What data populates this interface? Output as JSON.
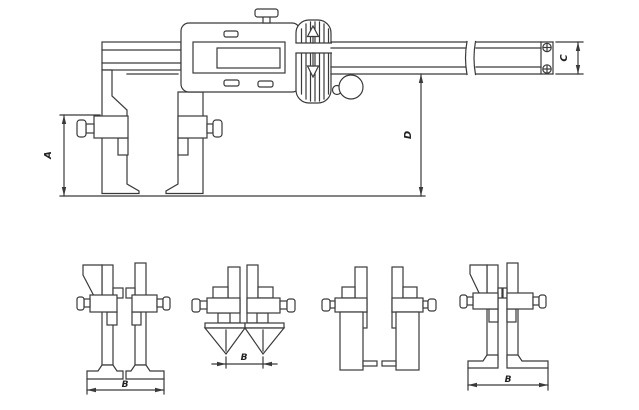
{
  "drawing": {
    "subject": "digital-caliper-technical-drawing",
    "background": "#ffffff",
    "line_color": "#3a3a3a",
    "main_view": {
      "dim_a": "A",
      "dim_c": "C",
      "dim_d": "D"
    },
    "jaw_variants": [
      {
        "id": "flat-base-jaws",
        "dim_b": "B"
      },
      {
        "id": "cone-point-jaws",
        "dim_b": "B"
      },
      {
        "id": "inside-step-jaws",
        "dim_b": ""
      },
      {
        "id": "outside-flange-jaws",
        "dim_b": "B"
      }
    ]
  }
}
